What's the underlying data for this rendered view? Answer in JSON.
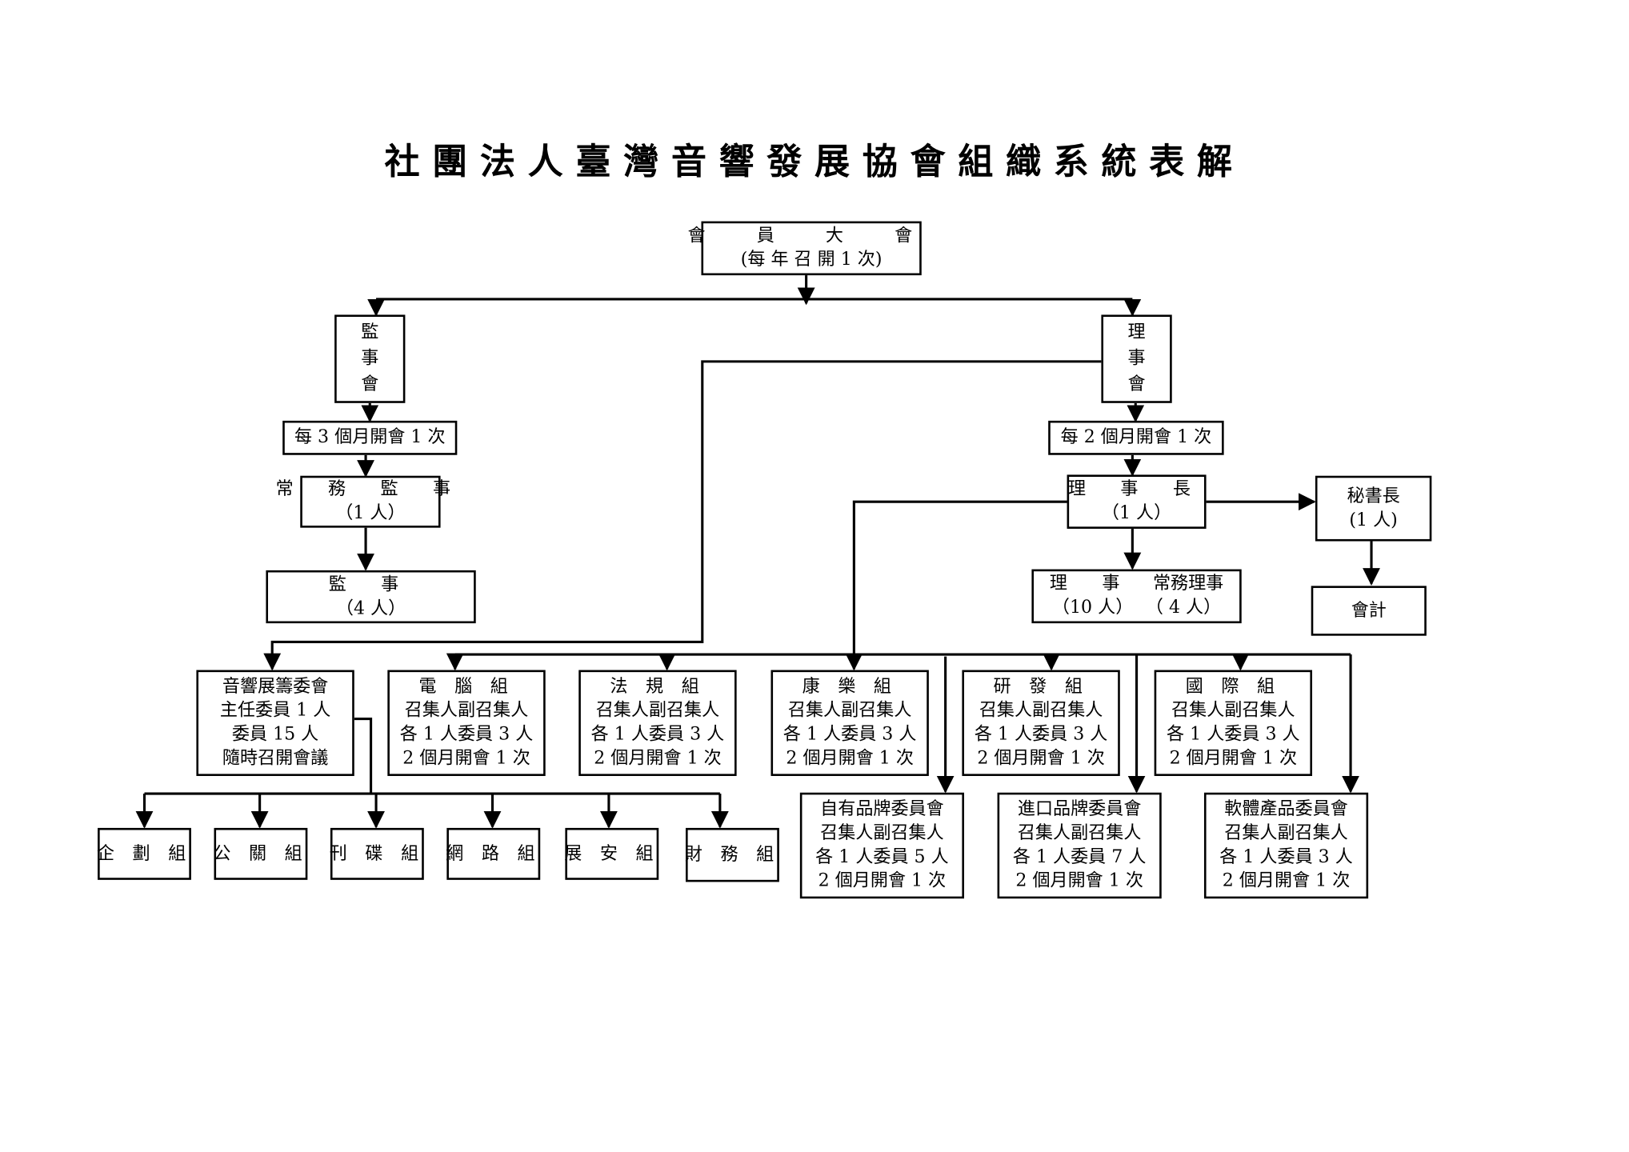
{
  "title": "社團法人臺灣音響發展協會組織系統表解",
  "general_assembly": {
    "name": "會 員 大 會",
    "note": "(每 年 召 開 1 次)"
  },
  "supervisors_board": {
    "name": [
      "監",
      "事",
      "會"
    ],
    "meeting": "每 3 個月開會 1 次",
    "standing": {
      "name": "常 務 監 事",
      "count": "（1 人）"
    },
    "members": {
      "name": "監 事",
      "count": "（4 人）"
    }
  },
  "directors_board": {
    "name": [
      "理",
      "事",
      "會"
    ],
    "meeting": "每 2 個月開會 1 次",
    "chair": {
      "name": "理 事 長",
      "count": "（1 人）"
    },
    "members": {
      "label1": "理 事",
      "label2": "常務理事",
      "count1": "（10 人）",
      "count2": "（ 4 人）"
    }
  },
  "secretary": {
    "name": "秘書長",
    "count": "(1 人)"
  },
  "accounting": {
    "name": "會計"
  },
  "audio_committee": {
    "lines": [
      "音響展籌委會",
      "主任委員 1 人",
      "委員 15 人",
      "隨時召開會議"
    ]
  },
  "groups": [
    {
      "name": "電 腦 組",
      "lines": [
        "召集人副召集人",
        "各 1 人委員 3 人",
        "2 個月開會 1 次"
      ]
    },
    {
      "name": "法 規 組",
      "lines": [
        "召集人副召集人",
        "各 1 人委員 3 人",
        " 2 個月開會 1 次"
      ]
    },
    {
      "name": "康 樂 組",
      "lines": [
        "召集人副召集人",
        "各 1 人委員 3 人",
        "2 個月開會 1 次"
      ]
    },
    {
      "name": "研 發 組",
      "lines": [
        "召集人副召集人",
        "各 1 人委員 3 人",
        " 2 個月開會 1 次"
      ]
    },
    {
      "name": "國 際 組",
      "lines": [
        "召集人副召集人",
        "各 1 人委員 3 人",
        "2 個月開會 1 次"
      ]
    }
  ],
  "brand_committees": [
    {
      "name": "自有品牌委員會",
      "lines": [
        "召集人副召集人",
        "各 1 人委員 5 人",
        "2 個月開會 1 次"
      ]
    },
    {
      "name": "進口品牌委員會",
      "lines": [
        "召集人副召集人",
        "各 1 人委員 7 人",
        " 2 個月開會 1 次"
      ]
    },
    {
      "name": "軟體產品委員會",
      "lines": [
        "召集人副召集人",
        "各 1 人委員 3 人",
        "2 個月開會 1 次"
      ]
    }
  ],
  "sub_groups": [
    "企 劃 組",
    "公 關 組",
    "刊 碟 組",
    "網 路 組",
    "展 安 組",
    "財 務 組"
  ]
}
